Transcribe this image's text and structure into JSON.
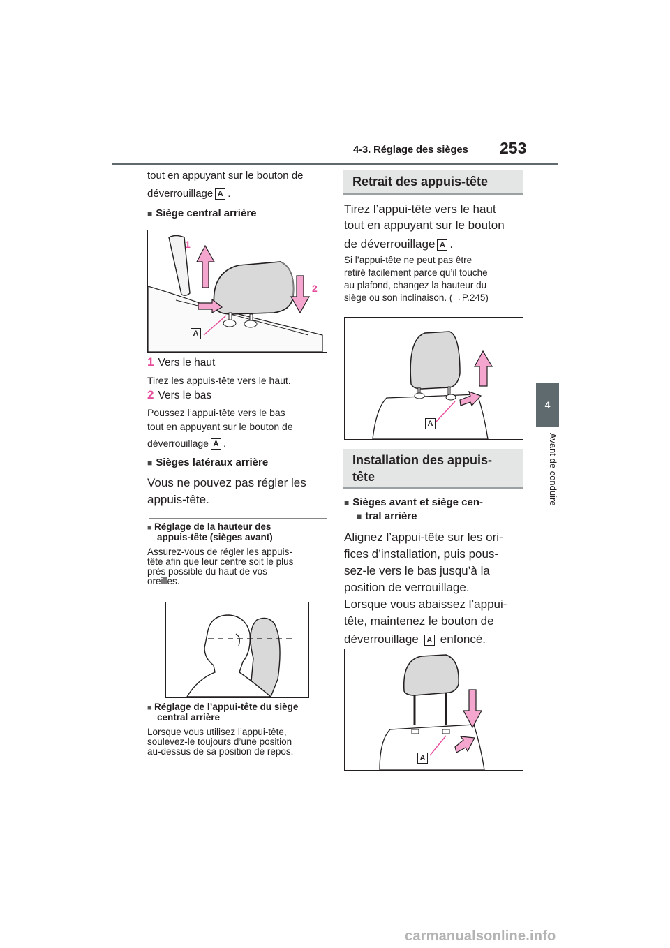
{
  "header": {
    "section_title": "4-3. Réglage des sièges",
    "page_number": "253",
    "chapter_number": "4",
    "chapter_label": "Avant de conduire"
  },
  "left": {
    "intro_line1": "tout en appuyant sur le bouton de",
    "intro_line2": "déverrouillage",
    "intro_end": ".",
    "heading_rear_center": "Siège central arrière",
    "fig1": {
      "label1": "1",
      "label2": "2",
      "labelA": "A"
    },
    "step1": {
      "num": "1",
      "title": "Vers le haut",
      "desc": "Tirez les appuis-tête vers le haut."
    },
    "step2": {
      "num": "2",
      "title": "Vers le bas",
      "desc1": "Poussez l’appui-tête vers le bas",
      "desc2": "tout en appuyant sur le bouton de",
      "desc3": "déverrouillage",
      "desc_end": "."
    },
    "heading_rear_side": "Sièges latéraux arrière",
    "rear_side_line1": "Vous ne pouvez pas régler les",
    "rear_side_line2": "appuis-tête.",
    "note1": {
      "title1": "Réglage de la hauteur des",
      "title2": "appuis-tête (sièges avant)",
      "line1": "Assurez-vous de régler les appuis-",
      "line2": "tête afin que leur centre soit le plus",
      "line3": "près possible du haut de vos",
      "line4": "oreilles."
    },
    "note2": {
      "title1": "Réglage de l’appui-tête du siège",
      "title2": "central arrière",
      "line1": "Lorsque vous utilisez l’appui-tête,",
      "line2": "soulevez-le toujours d’une position",
      "line3": "au-dessus de sa position de repos."
    }
  },
  "right": {
    "section_remove": "Retrait des appuis-tête",
    "remove_line1": "Tirez l’appui-tête vers le haut",
    "remove_line2": "tout en appuyant sur le bouton",
    "remove_line3": "de déverrouillage",
    "remove_end": ".",
    "remove_note1": "Si l’appui-tête ne peut pas être",
    "remove_note2": "retiré facilement parce qu’il touche",
    "remove_note3": "au plafond, changez la hauteur du",
    "remove_note4": "siège ou son inclinaison. (→P.245)",
    "fig3_label": "A",
    "section_install1": "Installation des appuis-",
    "section_install2": "tête",
    "heading_front": "Sièges avant et siège cen-",
    "heading_front2": "tral arrière",
    "install_line1": "Alignez l’appui-tête sur les ori-",
    "install_line2": "fices d’installation, puis pous-",
    "install_line3": "sez-le vers le bas jusqu’à la",
    "install_line4": "position de verrouillage.",
    "install_line5": "Lorsque vous abaissez l’appui-",
    "install_line6": "tête, maintenez le bouton de",
    "install_line7": "déverrouillage",
    "install_end": "enfoncé.",
    "fig4_label": "A",
    "box_label": "A"
  },
  "watermark": "carmanualsonline.info",
  "colors": {
    "accent_pink": "#e64d9c",
    "tab_gray": "#5f6a6f",
    "section_bg": "#e4e6e6"
  }
}
